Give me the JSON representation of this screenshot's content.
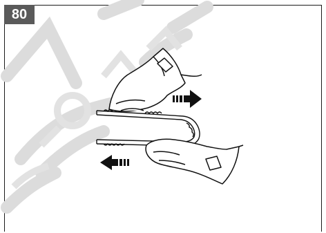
{
  "figure": {
    "number": "80",
    "watermark_color": "#d9d9d9",
    "badge_color": "#5a5a5a",
    "arrows": [
      {
        "icon": "arrow-right-icon",
        "direction": "right"
      },
      {
        "icon": "arrow-left-icon",
        "direction": "left"
      }
    ]
  }
}
